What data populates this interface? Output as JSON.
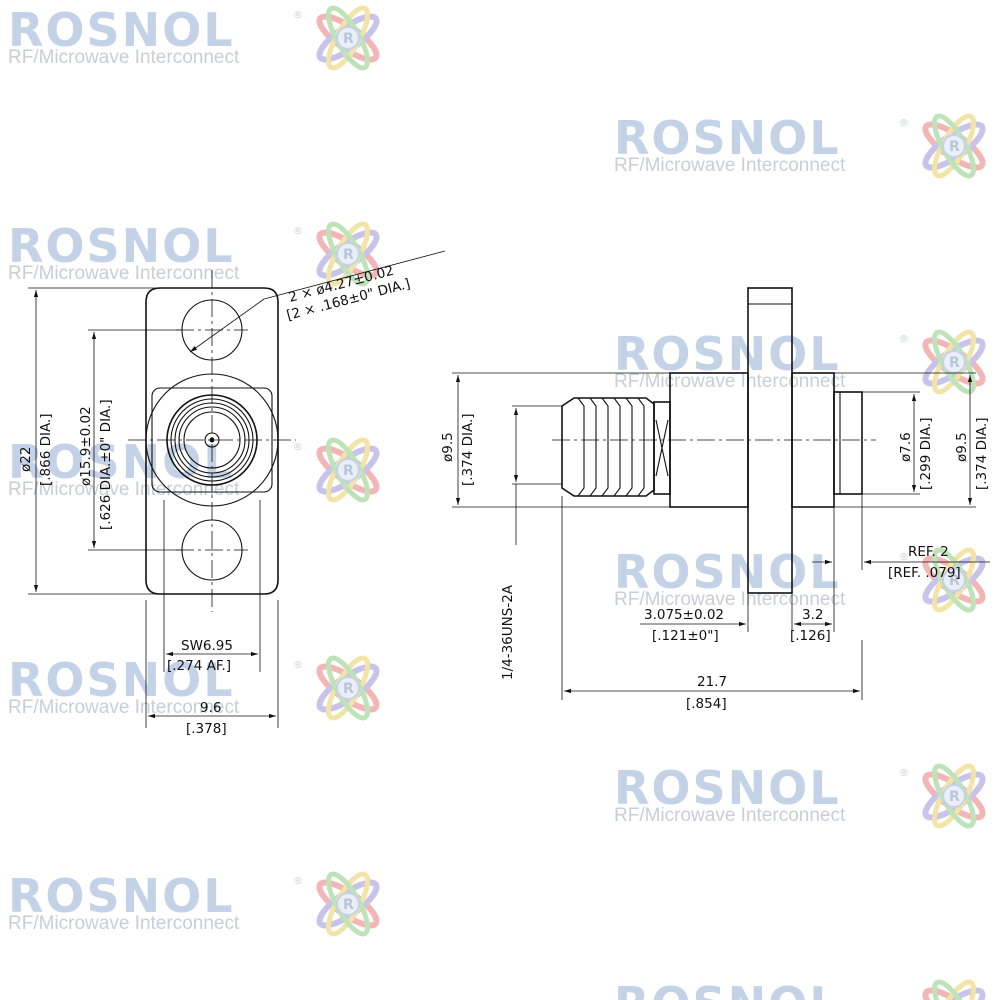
{
  "watermark": {
    "brand": "ROSNOL",
    "tagline": "RF/Microwave Interconnect",
    "registered_mark": "®",
    "colors": {
      "brand_text": "#c3d2e6",
      "tagline_text": "#c9ced6"
    }
  },
  "front_view": {
    "mount_holes": {
      "line1": "2 × ø4.27±0.02",
      "line2": "[2 × .168±0\" DIA.]"
    },
    "overall_height": {
      "metric": "ø22",
      "imperial": "[.866 DIA.]"
    },
    "hole_spacing": {
      "metric": "ø15.9±0.02",
      "imperial": "[.626 DIA.±0\" DIA.]"
    },
    "hex": {
      "metric": "SW6.95",
      "imperial": "[.274 AF.]"
    },
    "width": {
      "metric": "9.6",
      "imperial": "[.378]"
    }
  },
  "side_view": {
    "left_dia": {
      "metric": "ø9.5",
      "imperial": "[.374 DIA.]"
    },
    "thread": "1/4-36UNS-2A",
    "inner_dia": {
      "metric": "ø7.6",
      "imperial": "[.299 DIA.]"
    },
    "right_dia": {
      "metric": "ø9.5",
      "imperial": "[.374 DIA.]"
    },
    "ref": {
      "metric": "REF. 2",
      "imperial": "[REF. .079]"
    },
    "flange_pos": {
      "metric": "3.075±0.02",
      "imperial": "[.121±0\"]"
    },
    "flange_thk": {
      "metric": "3.2",
      "imperial": "[.126]"
    },
    "overall_length": {
      "metric": "21.7",
      "imperial": "[.854]"
    }
  }
}
